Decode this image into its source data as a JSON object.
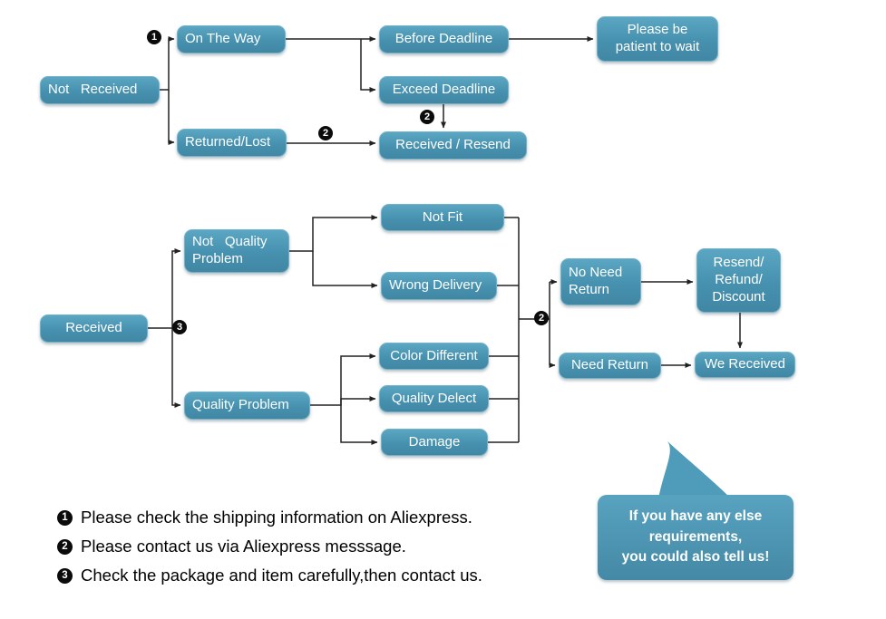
{
  "nodes": {
    "not_received": "Not   Received",
    "on_the_way": "On The Way",
    "before_deadline": "Before Deadline",
    "please_wait": "Please be\npatient to wait",
    "exceed_deadline": "Exceed Deadline",
    "returned_lost": "Returned/Lost",
    "received_resend": "Received / Resend",
    "received": "Received",
    "not_quality_problem": "Not   Quality\nProblem",
    "not_fit": "Not Fit",
    "wrong_delivery": "Wrong Delivery",
    "quality_problem": "Quality Problem",
    "color_different": "Color Different",
    "quality_delect": "Quality Delect",
    "damage": "Damage",
    "no_need_return": "No Need\nReturn",
    "need_return": "Need Return",
    "resend_refund_discount": "Resend/\nRefund/\nDiscount",
    "we_received": "We Received"
  },
  "badges": {
    "one": "1",
    "two": "2",
    "three": "3"
  },
  "notes": [
    {
      "badge": "1",
      "text": "Please check the shipping information on Aliexpress."
    },
    {
      "badge": "2",
      "text": "Please contact us via Aliexpress messsage."
    },
    {
      "badge": "3",
      "text": "Check the package and item carefully,then contact us."
    }
  ],
  "callout": {
    "text": "If you have any else\nrequirements,\nyou could also tell us!"
  },
  "colors": {
    "box_fill": "#4a96b4",
    "line": "#222222",
    "background": "#ffffff"
  }
}
